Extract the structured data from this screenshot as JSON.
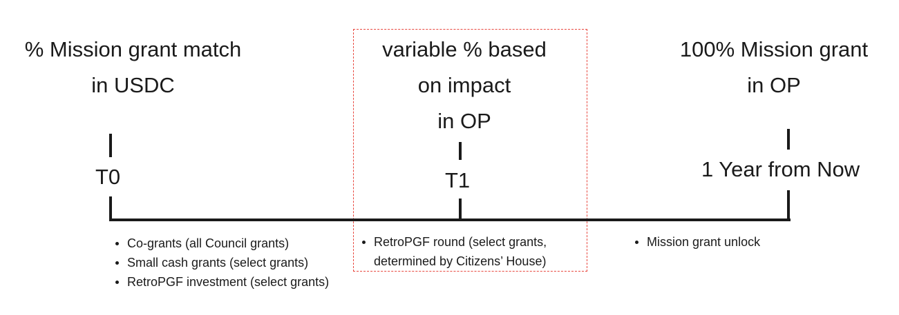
{
  "milestones": [
    {
      "heading_lines": [
        "% Mission grant match",
        "in USDC"
      ],
      "label": "T0",
      "bullets": [
        "Co-grants (all Council grants)",
        "Small cash grants (select grants)",
        "RetroPGF investment  (select grants)"
      ]
    },
    {
      "heading_lines": [
        "variable % based",
        "on impact",
        "in OP"
      ],
      "label": "T1",
      "bullets": [
        "RetroPGF round (select grants,",
        "determined by Citizens’ House)"
      ]
    },
    {
      "heading_lines": [
        "100% Mission grant",
        "in OP"
      ],
      "label": "1 Year from Now",
      "bullets": [
        "Mission grant unlock"
      ]
    }
  ],
  "colors": {
    "line": "#1a1a1a",
    "highlight_border": "#e8453c"
  }
}
